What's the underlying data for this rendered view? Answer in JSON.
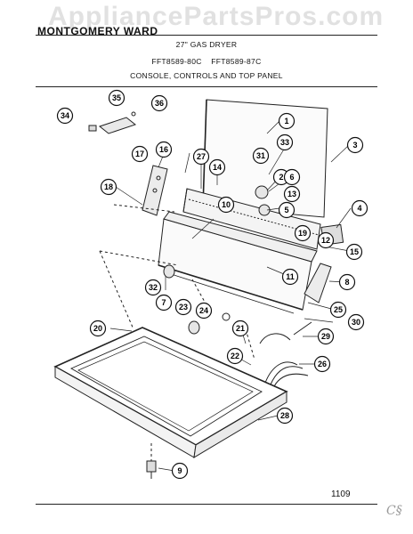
{
  "header": {
    "watermark": "AppliancePartsPros.com",
    "brand": "MONTGOMERY WARD",
    "title": "27\" GAS DRYER",
    "models": "FFT8589-80C    FFT8589-87C",
    "section": "CONSOLE, CONTROLS AND TOP PANEL"
  },
  "callouts": [
    "1",
    "2",
    "3",
    "4",
    "5",
    "6",
    "7",
    "8",
    "9",
    "10",
    "11",
    "12",
    "13",
    "14",
    "15",
    "16",
    "17",
    "18",
    "19",
    "20",
    "21",
    "22",
    "23",
    "24",
    "25",
    "26",
    "27",
    "28",
    "29",
    "30",
    "31",
    "32",
    "33",
    "34",
    "35",
    "36"
  ],
  "footer": {
    "page_number": "1109",
    "corner_mark": "C§"
  }
}
